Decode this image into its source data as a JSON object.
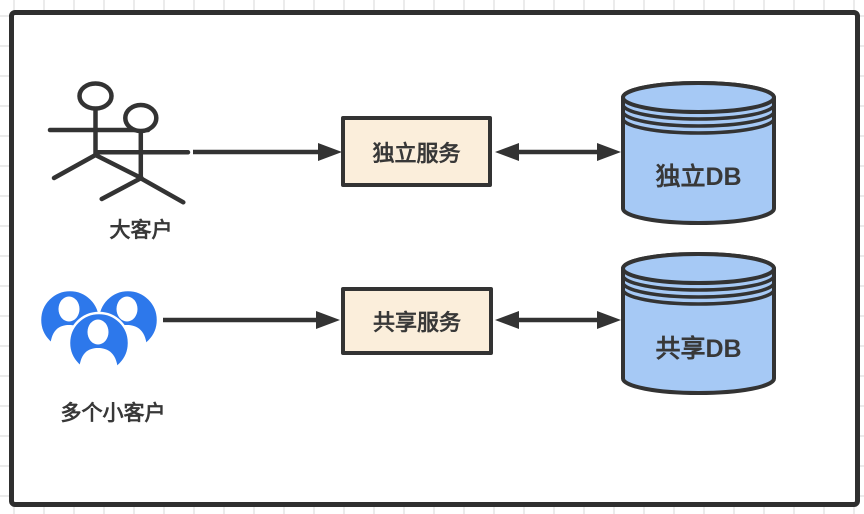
{
  "diagram": {
    "rows": [
      {
        "customer_label": "大客户",
        "service_label": "独立服务",
        "db_label": "独立DB"
      },
      {
        "customer_label": "多个小客户",
        "service_label": "共享服务",
        "db_label": "共享DB"
      }
    ],
    "icons": [
      {
        "name": "big-customer-icon",
        "depicts": "two overlapping stick figures"
      },
      {
        "name": "small-customers-group-icon",
        "depicts": "three blue circles with person silhouettes"
      }
    ],
    "colors": {
      "stroke": "#333333",
      "service_fill": "#fbeedb",
      "db_fill": "#a6c9f5",
      "people_blue": "#2d78eb",
      "grid_line": "#ebebeb",
      "container_border": "#2f2f2f",
      "container_bg": "#ffffff",
      "text": "#383838"
    }
  }
}
